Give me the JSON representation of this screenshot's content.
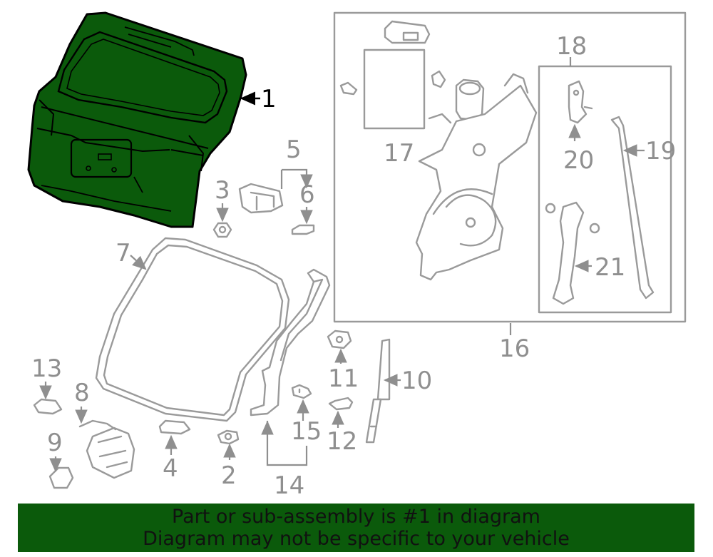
{
  "diagram": {
    "highlight_color": "#0b5a0b",
    "line_color": "#9a9a9a",
    "callouts": {
      "c1": "1",
      "c2": "2",
      "c3": "3",
      "c4": "4",
      "c5": "5",
      "c6": "6",
      "c7": "7",
      "c8": "8",
      "c9": "9",
      "c10": "10",
      "c11": "11",
      "c12": "12",
      "c13": "13",
      "c14": "14",
      "c15": "15",
      "c16": "16",
      "c17": "17",
      "c18": "18",
      "c19": "19",
      "c20": "20",
      "c21": "21"
    }
  },
  "banner": {
    "line1": "Part or sub-assembly is #1 in diagram",
    "line2": "Diagram may not be specific to your vehicle"
  }
}
